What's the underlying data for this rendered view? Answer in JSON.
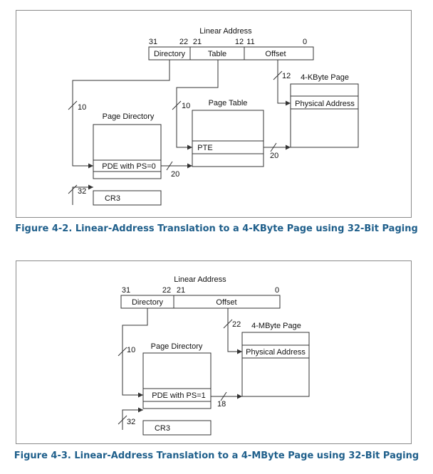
{
  "figure1": {
    "title": "Linear Address",
    "bit_31": "31",
    "bit_22": "22",
    "bit_21": "21",
    "bit_12": "12",
    "bit_11": "11",
    "bit_0": "0",
    "field_directory": "Directory",
    "field_table": "Table",
    "field_offset": "Offset",
    "page_label": "4-KByte Page",
    "physical_address": "Physical Address",
    "page_table_label": "Page Table",
    "pte": "PTE",
    "page_directory_label": "Page Directory",
    "pde": "PDE with PS=0",
    "cr3": "CR3",
    "w10a": "10",
    "w10b": "10",
    "w12": "12",
    "w20a": "20",
    "w20b": "20",
    "w32": "32",
    "caption": "Figure 4-2.  Linear-Address Translation to a 4-KByte Page using 32-Bit Paging"
  },
  "figure2": {
    "title": "Linear Address",
    "bit_31": "31",
    "bit_22": "22",
    "bit_21": "21",
    "bit_0": "0",
    "field_directory": "Directory",
    "field_offset": "Offset",
    "page_label": "4-MByte Page",
    "physical_address": "Physical Address",
    "page_directory_label": "Page Directory",
    "pde": "PDE with PS=1",
    "cr3": "CR3",
    "w10": "10",
    "w22": "22",
    "w18": "18",
    "w32": "32",
    "caption": "Figure 4-3.  Linear-Address Translation to a 4-MByte Page using 32-Bit Paging"
  }
}
